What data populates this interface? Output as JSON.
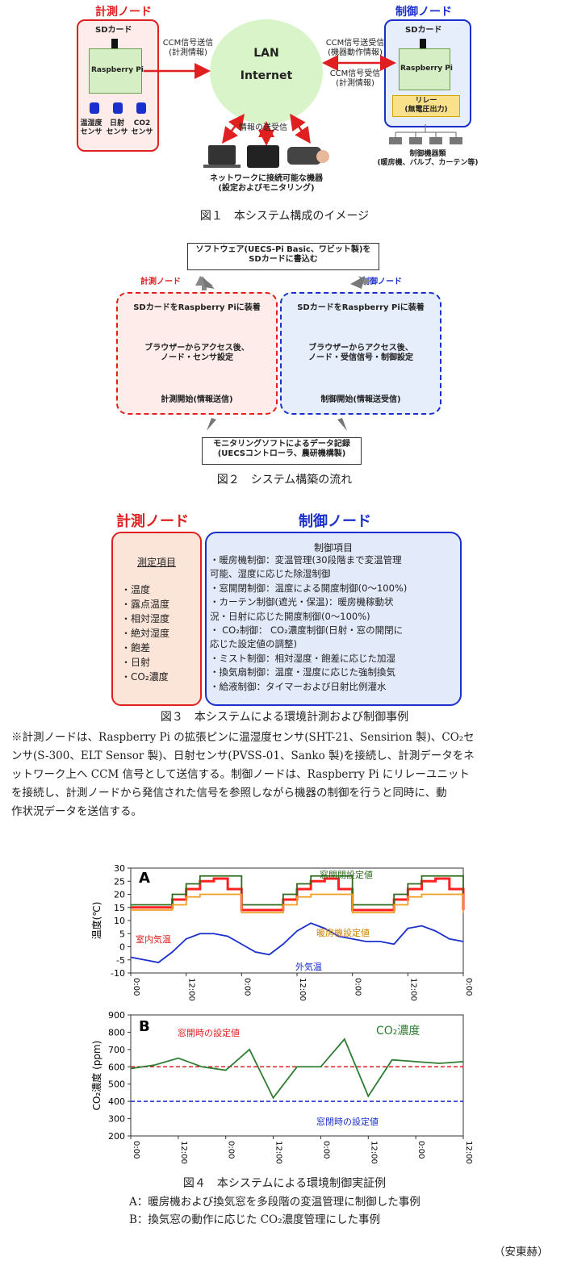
{
  "fig1": {
    "measure_node": "計測ノード",
    "control_node": "制御ノード",
    "sdcard": "SDカード",
    "raspberry": "Raspberry Pi",
    "sensors": [
      "温湿度\nセンサ",
      "日射\nセンサ",
      "CO2\nセンサ"
    ],
    "ccm_send": "CCM信号送信\n(計測情報)",
    "ccm_sendrecv": "CCM信号送受信\n(機器動作情報)",
    "ccm_recv": "CCM信号受信\n(計測情報)",
    "lan": "LAN",
    "internet": "Internet",
    "info_sendrecv": "情報の送受信",
    "relay": "リレー\n(無電圧出力)",
    "devices": "制御機器類\n(暖房機、バルブ、カーテン等)",
    "network": "ネットワークに接続可能な機器\n(設定およびモニタリング)",
    "caption": "図１　本システム構成のイメージ"
  },
  "fig2": {
    "software": "ソフトウェア(UECS-Pi Basic、ワビット製)を\nSDカードに書込む",
    "measure_node": "計測ノード",
    "control_node": "制御ノード",
    "left_step1": "SDカードをRaspberry Piに装着",
    "left_step2": "ブラウザーからアクセス後、\nノード・センサ設定",
    "left_step3": "計測開始(情報送信)",
    "right_step1": "SDカードをRaspberry Piに装着",
    "right_step2": "ブラウザーからアクセス後、\nノード・受信信号・制御設定",
    "right_step3": "制御開始(情報送受信)",
    "monitor": "モニタリングソフトによるデータ記録\n(UECSコントローラ、農研機構製)",
    "caption": "図２　システム構築の流れ"
  },
  "fig3": {
    "measure_node": "計測ノード",
    "control_node": "制御ノード",
    "measure_title": "測定項目",
    "measure_items": [
      "・温度",
      "・露点温度",
      "・相対湿度",
      "・絶対湿度",
      "・飽差",
      "・日射",
      "・CO₂濃度"
    ],
    "control_title": "制御項目",
    "control_items": [
      "・暖房機制御：変温管理(30段階まで変温管理",
      "可能、湿度に応じた除湿制御",
      "・窓開閉制御：温度による開度制御(0～100%)",
      "・カーテン制御(遮光・保温)：暖房機稼動状",
      "況・日射に応じた開度制御(0～100%)",
      "・ CO₂制御： CO₂濃度制御(日射・窓の開閉に",
      "応じた設定値の調整)",
      "・ミスト制御：相対湿度・飽差に応じた加湿",
      "・換気扇制御：温度・湿度に応じた強制換気",
      "・給液制御：タイマーおよび日射比例灌水"
    ],
    "caption": "図３　本システムによる環境計測および制御事例"
  },
  "note": [
    "※計測ノードは、Raspberry Pi の拡張ピンに温湿度センサ(SHT-21、Sensirion 製)、CO₂セ",
    "ンサ(S-300、ELT Sensor 製)、日射センサ(PVSS-01、Sanko 製)を接続し、計測データをネ",
    "ットワーク上へ CCM 信号として送信する。制御ノードは、Raspberry Pi にリレーユニット",
    "を接続し、計測ノードから発信された信号を参照しながら機器の制御を行うと同時に、動",
    "作状況データを送信する。"
  ],
  "chart_data": [
    {
      "type": "line",
      "panel": "A",
      "ylabel": "温度(℃)",
      "ylim": [
        -10,
        30
      ],
      "yticks": [
        -10,
        -5,
        0,
        5,
        10,
        15,
        20,
        25,
        30
      ],
      "xticks": [
        "0:00",
        "12:00",
        "0:00",
        "12:00",
        "0:00",
        "12:00",
        "0:00"
      ],
      "x_hours": [
        0,
        3,
        6,
        9,
        12,
        15,
        18,
        21,
        24,
        27,
        30,
        33,
        36,
        39,
        42,
        45,
        48,
        51,
        54,
        57,
        60,
        63,
        66,
        69,
        72
      ],
      "series": [
        {
          "name": "室内気温",
          "color": "#ff2020",
          "values": [
            15,
            15,
            15,
            18,
            22,
            25,
            26,
            22,
            14,
            14,
            14,
            18,
            22,
            25,
            26,
            22,
            14,
            14,
            14,
            18,
            22,
            25,
            26,
            22,
            14
          ]
        },
        {
          "name": "窓開閉設定値",
          "color": "#2e6b1f",
          "values": [
            16,
            16,
            16,
            20,
            24,
            27,
            27,
            27,
            16,
            16,
            16,
            20,
            24,
            27,
            27,
            27,
            16,
            16,
            16,
            20,
            24,
            27,
            27,
            27,
            16
          ]
        },
        {
          "name": "暖房機設定値",
          "color": "#f0a020",
          "values": [
            14,
            14,
            14,
            16,
            19,
            20,
            20,
            20,
            13,
            13,
            13,
            16,
            19,
            20,
            20,
            20,
            13,
            13,
            13,
            16,
            19,
            20,
            20,
            20,
            13
          ]
        },
        {
          "name": "外気温",
          "color": "#1a2fcc",
          "values": [
            -4,
            -5,
            -6,
            -2,
            3,
            5,
            5,
            4,
            1,
            -2,
            -3,
            1,
            6,
            9,
            7,
            4,
            3,
            2,
            2,
            1,
            7,
            8,
            6,
            3,
            2
          ]
        }
      ]
    },
    {
      "type": "line",
      "panel": "B",
      "ylabel": "CO₂濃度 (ppm)",
      "ylim": [
        200,
        900
      ],
      "yticks": [
        200,
        300,
        400,
        500,
        600,
        700,
        800,
        900
      ],
      "xticks": [
        "0:00",
        "12:00",
        "0:00",
        "12:00",
        "0:00",
        "12:00",
        "0:00",
        "12:00"
      ],
      "x_hours": [
        0,
        6,
        12,
        18,
        24,
        30,
        36,
        42,
        48,
        54,
        60,
        66,
        72,
        78,
        84
      ],
      "series": [
        {
          "name": "CO₂濃度",
          "color": "#2e7d32",
          "values": [
            590,
            610,
            650,
            600,
            580,
            700,
            420,
            600,
            600,
            760,
            430,
            640,
            630,
            620,
            630
          ]
        }
      ],
      "reference_lines": [
        {
          "name": "窓開時の設定値",
          "value": 600,
          "color": "#e02020"
        },
        {
          "name": "窓閉時の設定値",
          "value": 400,
          "color": "#1a2fcc"
        }
      ]
    }
  ],
  "fig4": {
    "label_a": "A",
    "label_b": "B",
    "window_set": "窓開閉設定値",
    "indoor": "室内気温",
    "heater_set": "暖房機設定値",
    "outdoor": "外気温",
    "co2": "CO₂濃度",
    "open_set": "窓開時の設定値",
    "closed_set": "窓閉時の設定値",
    "caption": "図４　本システムによる環境制御実証例",
    "sub_a": "A：暖房機および換気窓を多段階の変温管理に制御した事例",
    "sub_b": "B：換気窓の動作に応じた CO₂濃度管理にした事例"
  },
  "author": "（安東赫）"
}
